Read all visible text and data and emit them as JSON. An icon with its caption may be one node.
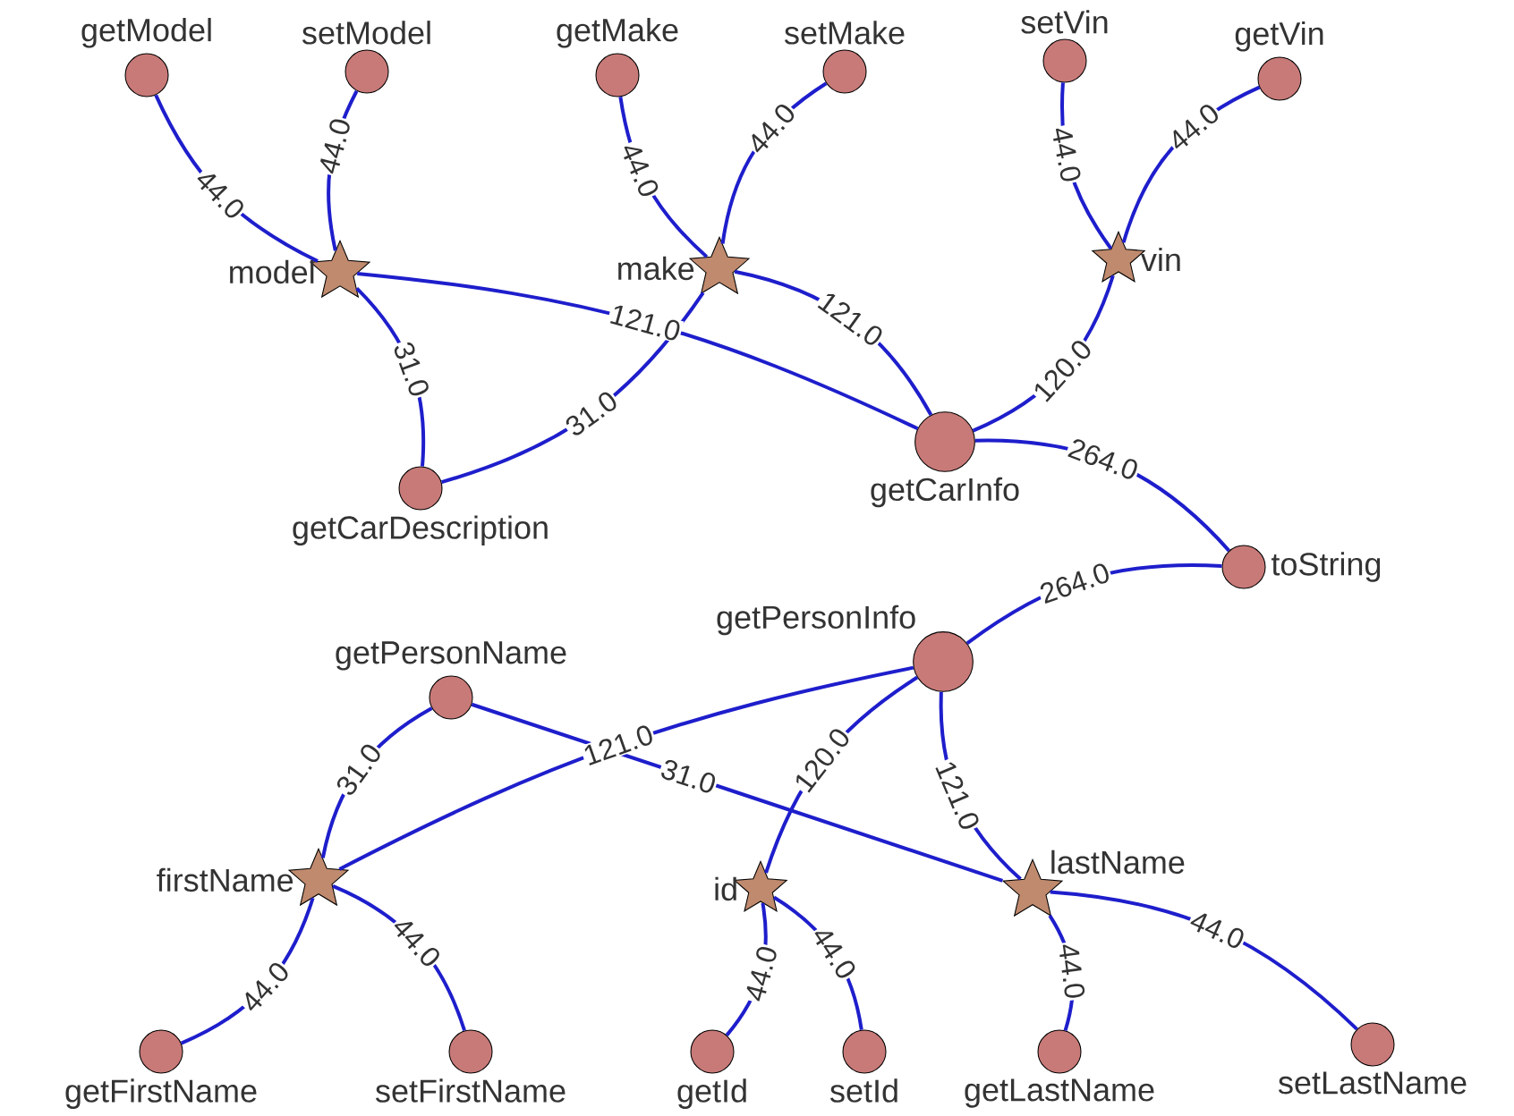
{
  "diagram": {
    "nodes": [
      {
        "text": [
          "getModel"
        ]
      },
      {
        "text": [
          "setModel"
        ]
      },
      {
        "text": [
          "getMake"
        ]
      },
      {
        "text": [
          "setMake"
        ]
      },
      {
        "text": [
          "setVin"
        ]
      },
      {
        "text": [
          "getVin"
        ]
      },
      {
        "text": [
          "model"
        ]
      },
      {
        "text": [
          "make"
        ]
      },
      {
        "text": [
          "vin"
        ]
      },
      {
        "text": [
          "getCarDescription"
        ]
      },
      {
        "text": [
          "getCarInfo"
        ]
      },
      {
        "text": [
          "toString"
        ]
      },
      {
        "text": [
          "getPersonName"
        ]
      },
      {
        "text": [
          "getPersonInfo"
        ]
      },
      {
        "text": [
          "firstName"
        ]
      },
      {
        "text": [
          "id"
        ]
      },
      {
        "text": [
          "lastName"
        ]
      },
      {
        "text": [
          "getFirstName"
        ]
      },
      {
        "text": [
          "setFirstName"
        ]
      },
      {
        "text": [
          "getId"
        ]
      },
      {
        "text": [
          "setId"
        ]
      },
      {
        "text": [
          "getLastName"
        ]
      },
      {
        "text": [
          "setLastName"
        ]
      }
    ],
    "edges": [
      {
        "from": 0,
        "to": 6,
        "arrow": "none",
        "label": "44.0"
      },
      {
        "from": 1,
        "to": 6,
        "arrow": "none",
        "label": "44.0"
      },
      {
        "from": 6,
        "to": 9,
        "arrow": "none",
        "label": "31.0"
      },
      {
        "from": 6,
        "to": 10,
        "arrow": "none",
        "label": "121.0"
      },
      {
        "from": 2,
        "to": 7,
        "arrow": "none",
        "label": "44.0"
      },
      {
        "from": 3,
        "to": 7,
        "arrow": "none",
        "label": "44.0"
      },
      {
        "from": 7,
        "to": 9,
        "arrow": "none",
        "label": "31.0"
      },
      {
        "from": 7,
        "to": 10,
        "arrow": "none",
        "label": "121.0"
      },
      {
        "from": 4,
        "to": 8,
        "arrow": "none",
        "label": "44.0"
      },
      {
        "from": 5,
        "to": 8,
        "arrow": "none",
        "label": "44.0"
      },
      {
        "from": 8,
        "to": 10,
        "arrow": "none",
        "label": "120.0"
      },
      {
        "from": 10,
        "to": 11,
        "arrow": "none",
        "label": "264.0"
      },
      {
        "from": 11,
        "to": 13,
        "arrow": "none",
        "label": "264.0"
      },
      {
        "from": 12,
        "to": 14,
        "arrow": "none",
        "label": "31.0"
      },
      {
        "from": 12,
        "to": 16,
        "arrow": "none",
        "label": "31.0"
      },
      {
        "from": 13,
        "to": 14,
        "arrow": "none",
        "label": "121.0"
      },
      {
        "from": 13,
        "to": 15,
        "arrow": "none",
        "label": "120.0"
      },
      {
        "from": 13,
        "to": 16,
        "arrow": "none",
        "label": "121.0"
      },
      {
        "from": 14,
        "to": 17,
        "arrow": "none",
        "label": "44.0"
      },
      {
        "from": 14,
        "to": 18,
        "arrow": "none",
        "label": "44.0"
      },
      {
        "from": 15,
        "to": 19,
        "arrow": "none",
        "label": "44.0"
      },
      {
        "from": 15,
        "to": 20,
        "arrow": "none",
        "label": "44.0"
      },
      {
        "from": 16,
        "to": 21,
        "arrow": "none",
        "label": "44.0"
      },
      {
        "from": 16,
        "to": 22,
        "arrow": "none",
        "label": "44.0"
      }
    ]
  }
}
